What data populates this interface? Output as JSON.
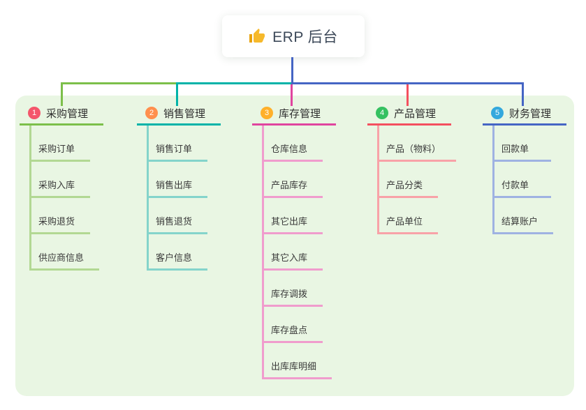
{
  "root": {
    "label": "ERP 后台",
    "icon": "thumbs-up-icon"
  },
  "mindmap": {
    "board_bg": "#e9f6e3",
    "root_connector_color": "#4565c4",
    "branches": [
      {
        "badge": "1",
        "label": "采购管理",
        "badge_color": "#f4566b",
        "accent_color": "#7cbf4a",
        "child_line_color": "#b2d893",
        "children": [
          "采购订单",
          "采购入库",
          "采购退货",
          "供应商信息"
        ]
      },
      {
        "badge": "2",
        "label": "销售管理",
        "badge_color": "#ff8f4d",
        "accent_color": "#00b3a8",
        "child_line_color": "#84d4cb",
        "children": [
          "销售订单",
          "销售出库",
          "销售退货",
          "客户信息"
        ]
      },
      {
        "badge": "3",
        "label": "库存管理",
        "badge_color": "#ffb02a",
        "accent_color": "#e0459f",
        "child_line_color": "#f09ccd",
        "children": [
          "仓库信息",
          "产品库存",
          "其它出库",
          "其它入库",
          "库存调拨",
          "库存盘点",
          "出库库明细"
        ]
      },
      {
        "badge": "4",
        "label": "产品管理",
        "badge_color": "#35c161",
        "accent_color": "#f4505f",
        "child_line_color": "#f8a2a8",
        "children": [
          "产品（物料）",
          "产品分类",
          "产品单位"
        ]
      },
      {
        "badge": "5",
        "label": "财务管理",
        "badge_color": "#33a8dd",
        "accent_color": "#4565c4",
        "child_line_color": "#9fb2e2",
        "children": [
          "回款单",
          "付款单",
          "结算账户"
        ]
      }
    ]
  }
}
